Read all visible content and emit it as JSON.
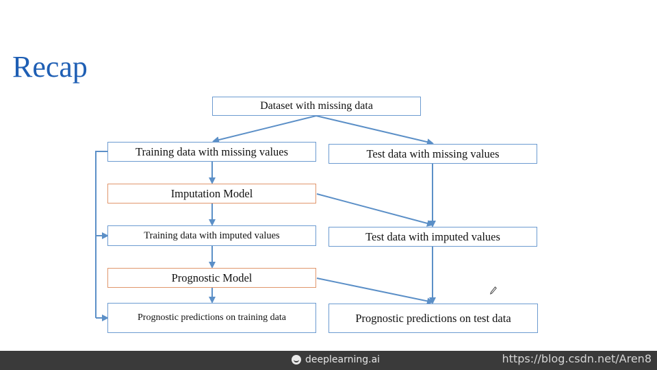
{
  "title": "Recap",
  "nodes": {
    "dataset": "Dataset with missing data",
    "train_missing": "Training data with missing values",
    "test_missing": "Test data with missing values",
    "imputation_model": "Imputation Model",
    "train_imputed": "Training data with imputed values",
    "test_imputed": "Test data with imputed values",
    "prognostic_model": "Prognostic Model",
    "train_predictions": "Prognostic predictions on training data",
    "test_predictions": "Prognostic predictions on test data"
  },
  "footer": {
    "brand": "deeplearning.ai",
    "brand_icon": "deeplearning-logo-icon",
    "watermark": "https://blog.csdn.net/Aren8"
  },
  "colors": {
    "title": "#1f5fb4",
    "arrow": "#5b8fc7",
    "data_box_border": "#6b9ad0",
    "model_box_border": "#e0956b",
    "footer_bg": "#3a3a3a"
  },
  "icons": {
    "cursor": "pencil-cursor-icon"
  }
}
